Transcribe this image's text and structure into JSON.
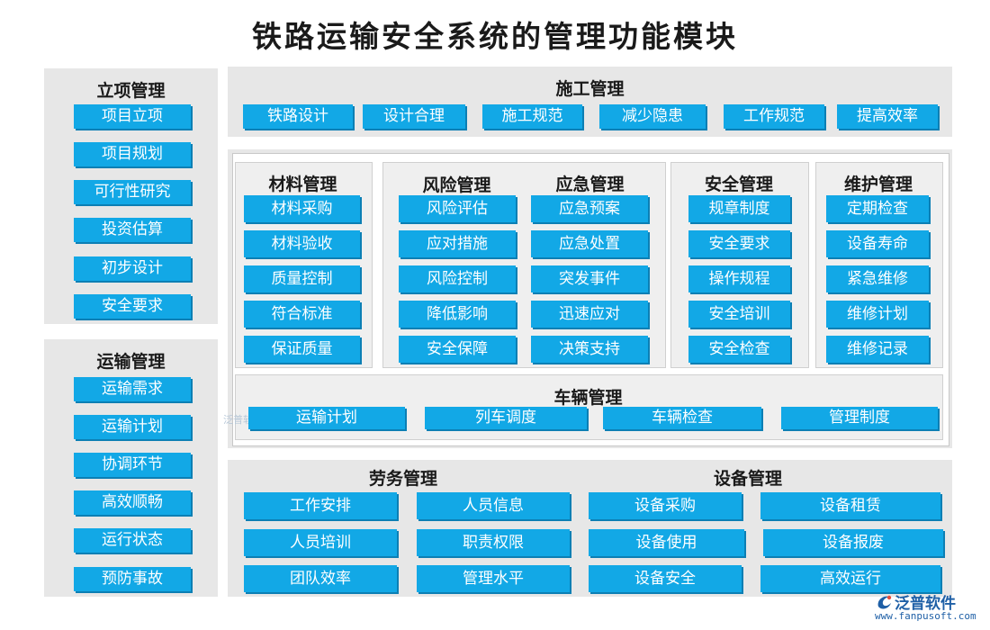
{
  "title": "铁路运输安全系统的管理功能模块",
  "lixiang": {
    "header": "立项管理",
    "items": [
      "项目立项",
      "项目规划",
      "可行性研究",
      "投资估算",
      "初步设计",
      "安全要求"
    ]
  },
  "yunshu": {
    "header": "运输管理",
    "items": [
      "运输需求",
      "运输计划",
      "协调环节",
      "高效顺畅",
      "运行状态",
      "预防事故"
    ]
  },
  "shigong": {
    "header": "施工管理",
    "items": [
      "铁路设计",
      "设计合理",
      "施工规范",
      "减少隐患",
      "工作规范",
      "提高效率"
    ]
  },
  "cailiao": {
    "header": "材料管理",
    "items": [
      "材料采购",
      "材料验收",
      "质量控制",
      "符合标准",
      "保证质量"
    ]
  },
  "fengxian": {
    "header": "风险管理",
    "items": [
      "风险评估",
      "应对措施",
      "风险控制",
      "降低影响",
      "安全保障"
    ]
  },
  "yingji": {
    "header": "应急管理",
    "items": [
      "应急预案",
      "应急处置",
      "突发事件",
      "迅速应对",
      "决策支持"
    ]
  },
  "anquan": {
    "header": "安全管理",
    "items": [
      "规章制度",
      "安全要求",
      "操作规程",
      "安全培训",
      "安全检查"
    ]
  },
  "weihu": {
    "header": "维护管理",
    "items": [
      "定期检查",
      "设备寿命",
      "紧急维修",
      "维修计划",
      "维修记录"
    ]
  },
  "cheliang": {
    "header": "车辆管理",
    "items": [
      "运输计划",
      "列车调度",
      "车辆检查",
      "管理制度"
    ]
  },
  "laowu": {
    "header": "劳务管理",
    "items": [
      "工作安排",
      "人员信息",
      "人员培训",
      "职责权限",
      "团队效率",
      "管理水平"
    ]
  },
  "shebei": {
    "header": "设备管理",
    "items": [
      "设备采购",
      "设备租赁",
      "设备使用",
      "设备报废",
      "设备安全",
      "高效运行"
    ]
  },
  "watermark": "泛普软件",
  "logo": {
    "name": "泛普软件",
    "url": "www.fanpusoft.com"
  },
  "colors": {
    "button": "#12a8e6",
    "panel": "#e7e7e7",
    "logo": "#1e5fa6"
  }
}
